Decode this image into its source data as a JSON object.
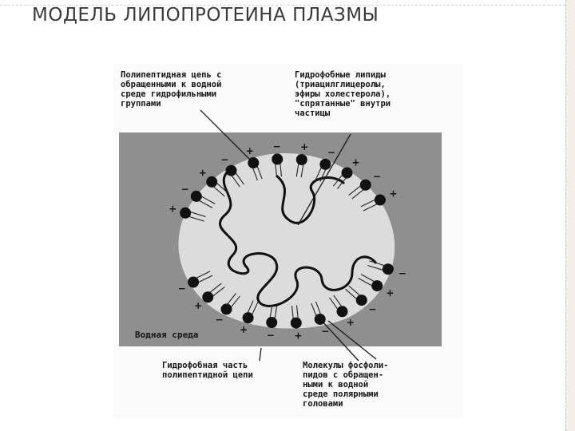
{
  "slide": {
    "title": "МОДЕЛЬ ЛИПОПРОТЕИНА ПЛАЗМЫ"
  },
  "diagram": {
    "label_polypeptide_hydrophilic": "Полипептидная цепь с\nобращенными к водной\nсреде гидрофильными\nгруппами",
    "label_hydrophobic_lipids": "Гидрофобные липиды\n(триацилглицеролы,\nэфиры холестерола),\n\"спрятанные\" внутри\nчастицы",
    "label_aqueous_medium": "Водная среда",
    "label_polypeptide_hydrophobic": "Гидрофобная часть\nполипептидной цепи",
    "label_phospholipids": "Молекулы фосфоли-\nпидов с обращен-\nными к водной\nсреде полярными\nголовами"
  }
}
